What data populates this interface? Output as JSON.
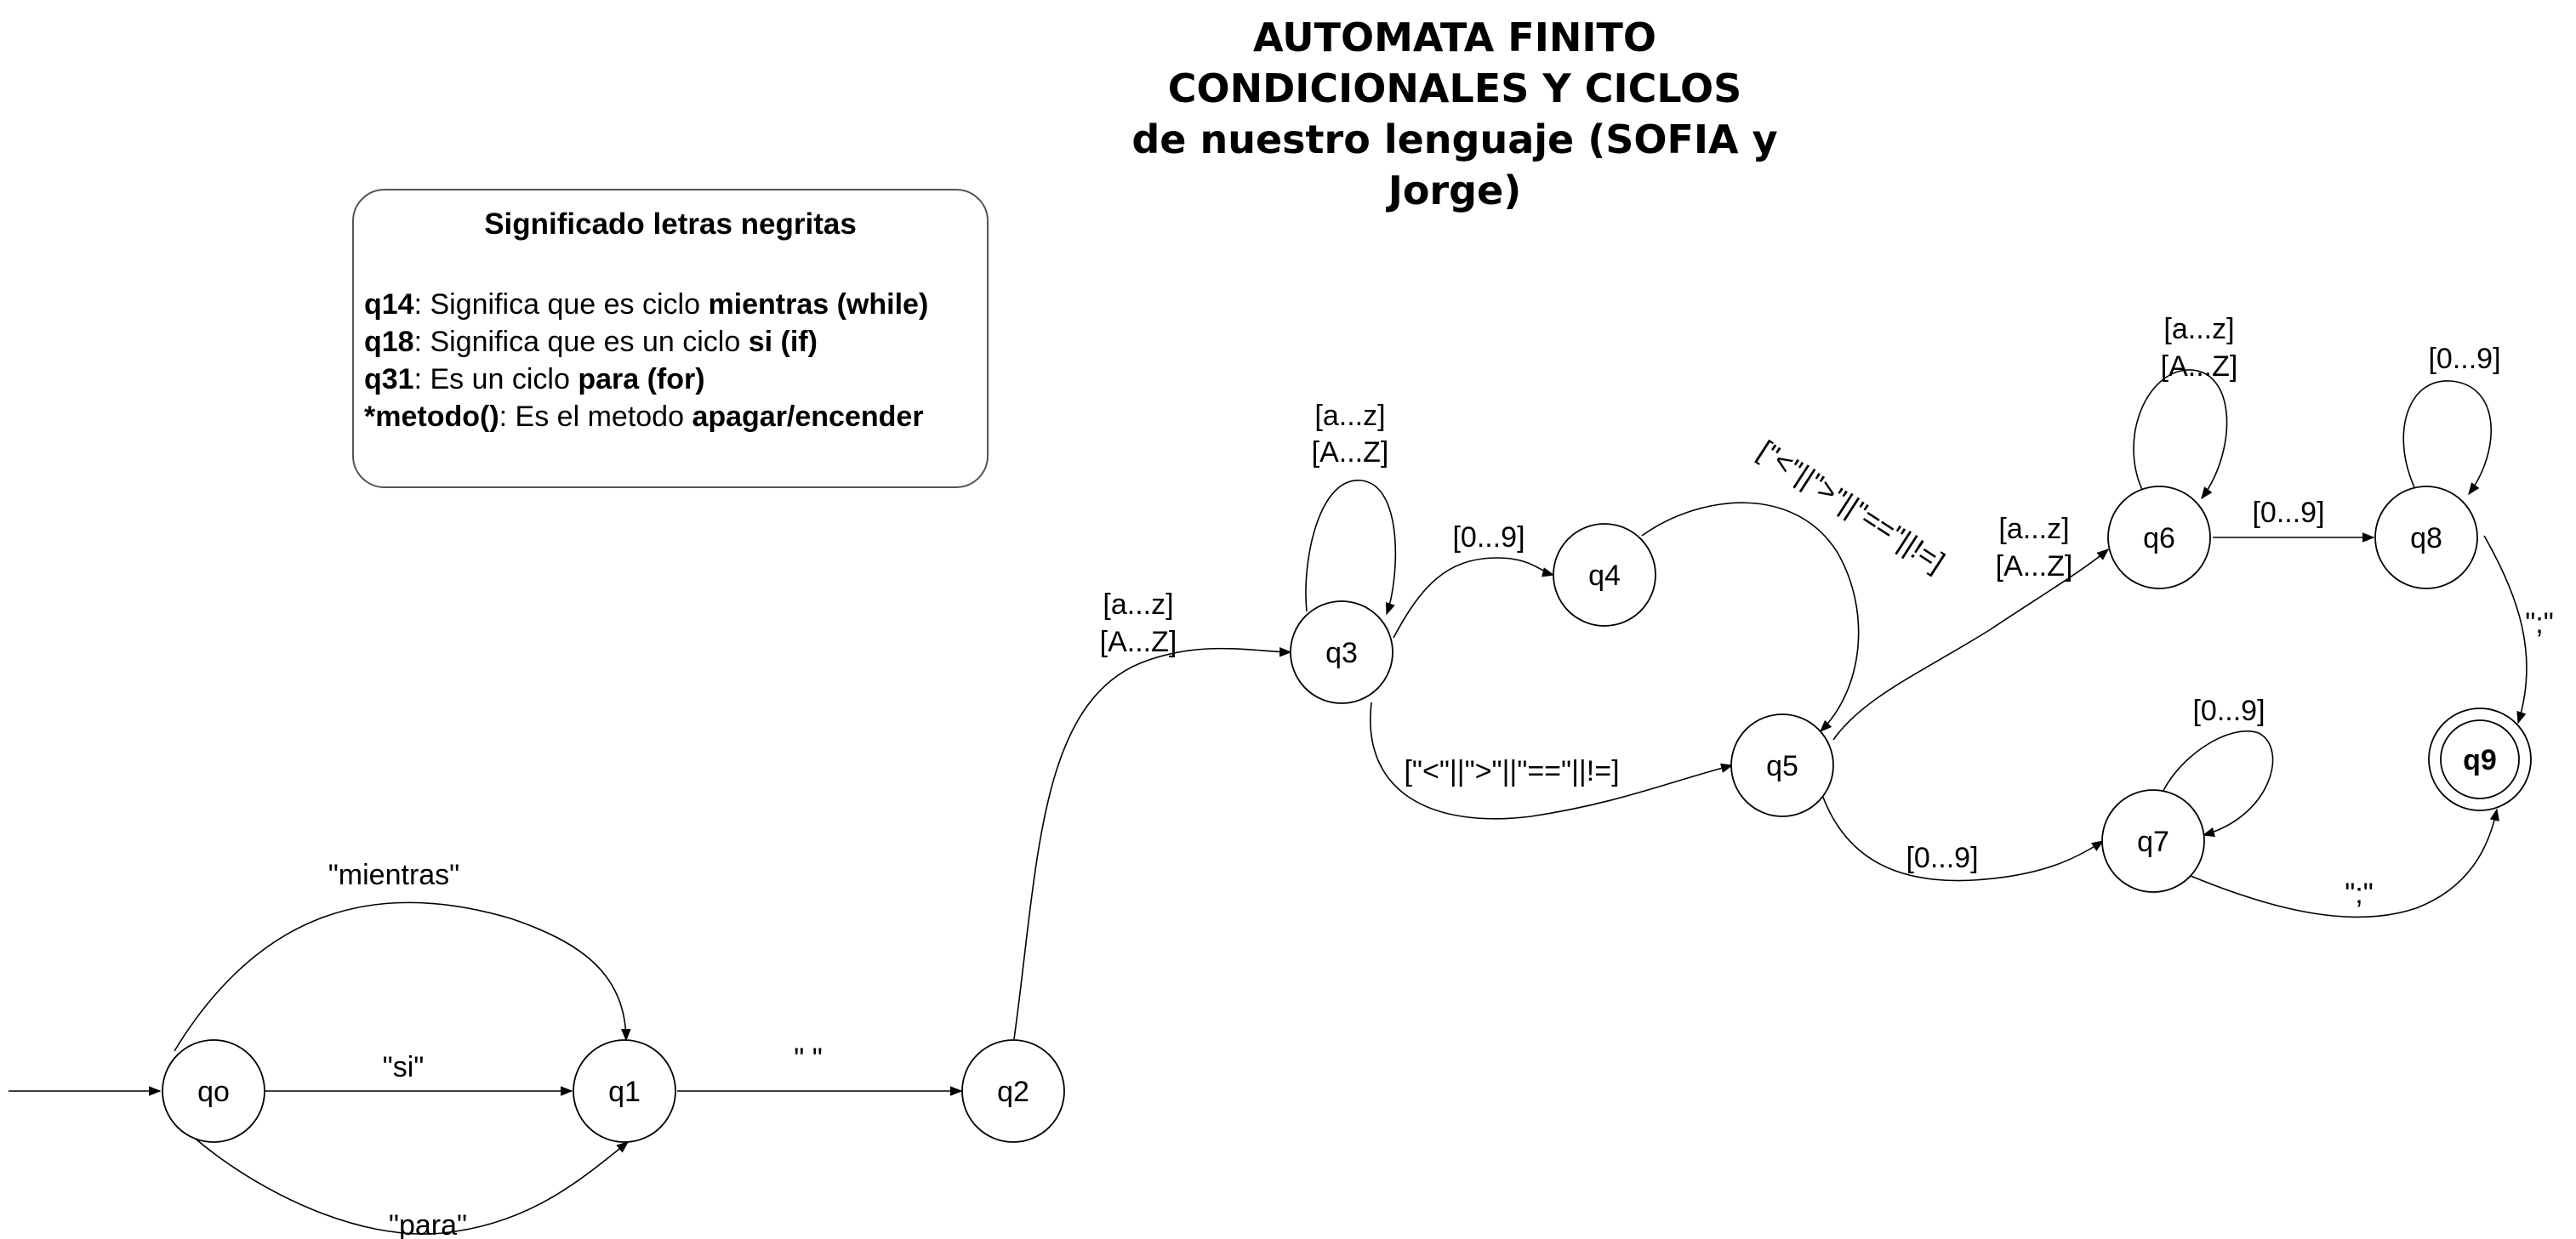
{
  "title": {
    "line1": "AUTOMATA FINITO",
    "line2": "CONDICIONALES Y CICLOS",
    "line3": "de nuestro lenguaje (SOFIA y",
    "line4": "Jorge)"
  },
  "legend": {
    "title": "Significado letras negritas",
    "lines": [
      {
        "key": "q14",
        "text_a": ": Significa que es ciclo ",
        "bold": "mientras (while)",
        "text_b": ""
      },
      {
        "key": "q18",
        "text_a": ": Significa que es un ciclo ",
        "bold": "si (if)",
        "text_b": ""
      },
      {
        "key": "q31",
        "text_a": ": Es un ciclo ",
        "bold": "para (for)",
        "text_b": ""
      },
      {
        "key": "*metodo()",
        "text_a": ": Es el metodo ",
        "bold": "apagar/encender",
        "text_b": ""
      }
    ]
  },
  "states": {
    "qo": "qo",
    "q1": "q1",
    "q2": "q2",
    "q3": "q3",
    "q4": "q4",
    "q5": "q5",
    "q6": "q6",
    "q7": "q7",
    "q8": "q8",
    "q9": "q9"
  },
  "edges": {
    "qo_q1_mientras": "\"mientras\"",
    "qo_q1_si": "\"si\"",
    "qo_q1_para": "\"para\"",
    "q1_q2": "\" \"",
    "q2_q3_a": "[a...z]",
    "q2_q3_b": "[A...Z]",
    "q3_loop_a": "[a...z]",
    "q3_loop_b": "[A...Z]",
    "q3_q4": "[0...9]",
    "q4_q5": "[\"<\"||\">\"||\"==\"||!=]",
    "q3_q5": "[\"<\"||\">\"||\"==\"||!=]",
    "q5_q6_a": "[a...z]",
    "q5_q6_b": "[A...Z]",
    "q6_loop_a": "[a...z]",
    "q6_loop_b": "[A...Z]",
    "q6_q8": "[0...9]",
    "q8_loop": "[0...9]",
    "q8_q9": "\";\"",
    "q5_q7": "[0...9]",
    "q7_loop": "[0...9]",
    "q7_q9": "\";\""
  }
}
